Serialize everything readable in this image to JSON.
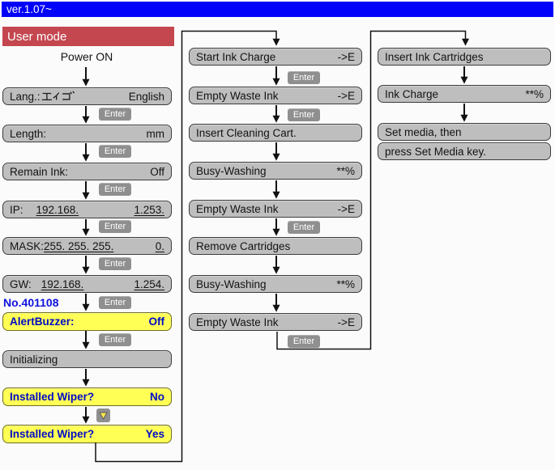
{
  "window": {
    "version_text": "ver.1.07~"
  },
  "labels": {
    "enter": "Enter"
  },
  "palette": {
    "blue_bar": "#0102f9",
    "red_bar": "#c4474f",
    "box_gray": "#bebebe",
    "yellow_box": "#ffff55",
    "yellow_text": "#000ac6",
    "badge_gray": "#8f8f8f",
    "serial_blue": "#1013dc",
    "line_black": "#111111"
  },
  "left_column": {
    "header": "User mode",
    "power_on": "Power ON",
    "serial": "No.401108",
    "rows": {
      "lang": {
        "label": "Lang.:",
        "center_text": "ｴｲｺﾞ",
        "value": "English"
      },
      "length": {
        "label": "Length:",
        "value": "mm"
      },
      "remain_ink": {
        "label": "Remain Ink:",
        "value": "Off"
      },
      "ip": {
        "label": "IP:",
        "group1": "192.168.",
        "group2": "1.253."
      },
      "mask": {
        "label": "MASK:",
        "group1": "255. 255. 255.",
        "group2": "0."
      },
      "gw": {
        "label": "GW:",
        "group1": "192.168.",
        "group2": "1.254."
      },
      "alert_buzzer": {
        "label": "AlertBuzzer:",
        "value": "Off"
      },
      "initializing": {
        "label": "Initializing"
      },
      "wiper_no": {
        "label": "Installed Wiper?",
        "value": "No"
      },
      "wiper_yes": {
        "label": "Installed Wiper?",
        "value": "Yes"
      }
    }
  },
  "middle_column": {
    "rows": [
      {
        "label": "Start Ink Charge",
        "value": "->E"
      },
      {
        "label": "Empty Waste Ink",
        "value": "->E"
      },
      {
        "label": "Insert Cleaning Cart.",
        "value": ""
      },
      {
        "label": "Busy-Washing",
        "value": "**%"
      },
      {
        "label": "Empty Waste Ink",
        "value": "->E"
      },
      {
        "label": "Remove Cartridges",
        "value": ""
      },
      {
        "label": "Busy-Washing",
        "value": "**%"
      },
      {
        "label": "Empty Waste Ink",
        "value": "->E"
      }
    ]
  },
  "right_column": {
    "rows": [
      {
        "label": "Insert Ink Cartridges",
        "value": ""
      },
      {
        "label": "Ink Charge",
        "value": "**%"
      },
      {
        "label": "Set media, then",
        "value": ""
      },
      {
        "label": "press Set Media key.",
        "value": ""
      }
    ]
  }
}
